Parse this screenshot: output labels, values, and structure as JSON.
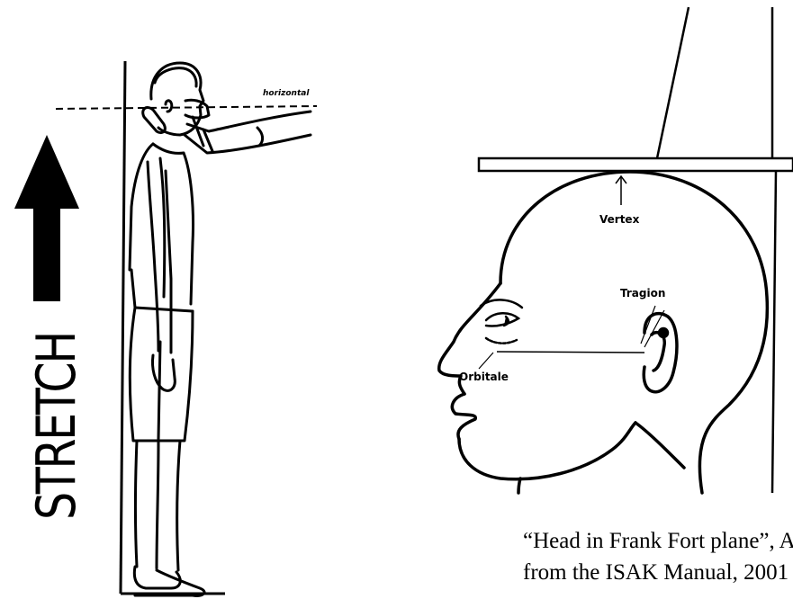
{
  "left_figure": {
    "horizontal_label": "horizontal",
    "stretch_text": "STRETCH"
  },
  "right_figure": {
    "vertex_label": "Vertex",
    "tragion_label": "Tragion",
    "orbitale_label": "Orbitale"
  },
  "caption": {
    "line1": "“Head in Frank Fort plane”, Ada",
    "line2": "from the ISAK Manual, 2001"
  }
}
